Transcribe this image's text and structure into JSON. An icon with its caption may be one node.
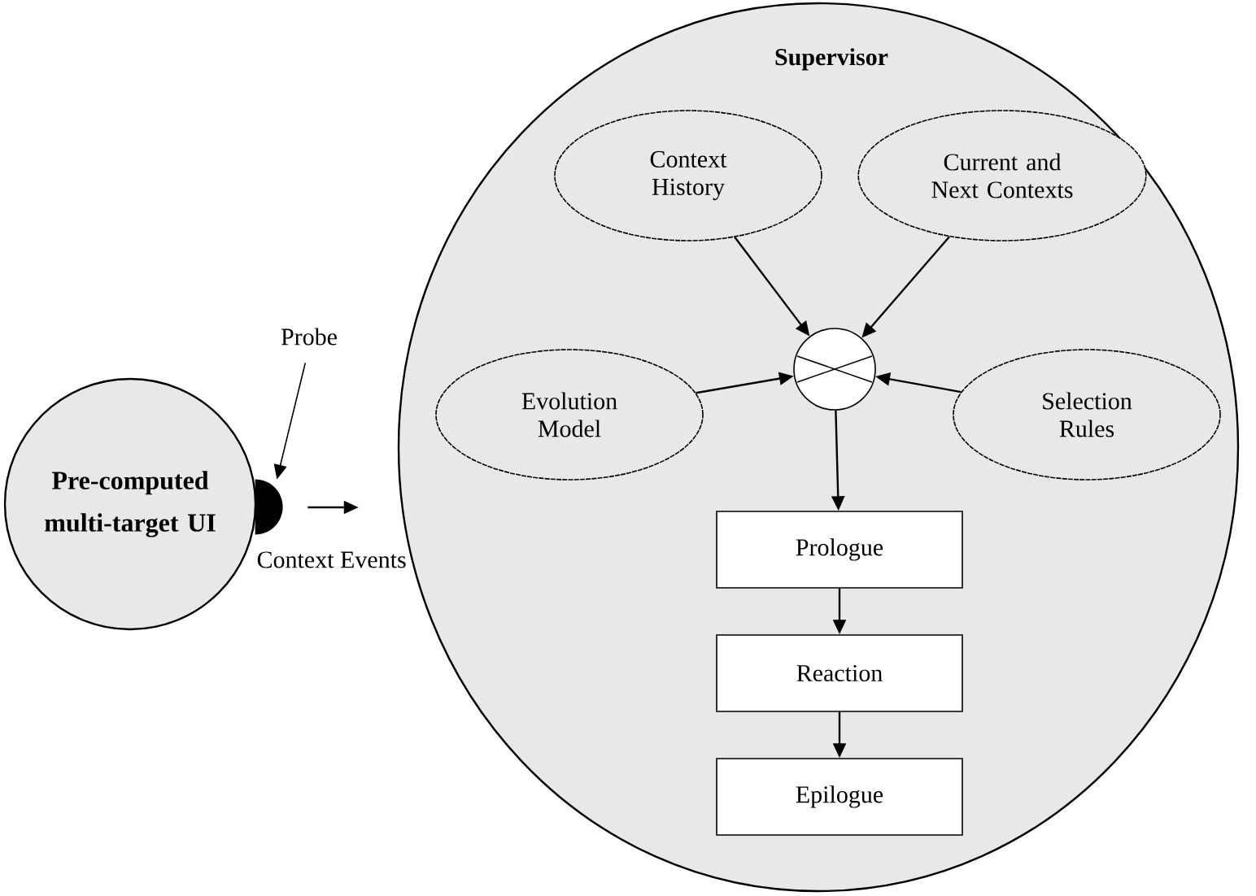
{
  "diagram": {
    "nodes": [
      {
        "text": [
          "Supervisor"
        ]
      },
      {
        "text": [
          "Context History"
        ],
        "in": 0
      },
      {
        "text": [
          "Current and Next Contexts"
        ],
        "in": 0
      },
      {
        "text": [],
        "shape": "circle",
        "in": 0
      },
      {
        "text": [
          "Evolution Model"
        ],
        "in": 0
      },
      {
        "text": [
          "Selection Rules"
        ],
        "in": 0
      },
      {
        "text": [
          "Prologue"
        ],
        "in": 0
      },
      {
        "text": [
          "Reaction"
        ],
        "in": 0
      },
      {
        "text": [
          "Epilogue"
        ],
        "in": 0
      },
      {
        "text": [
          "Pre-computed multi-target UI"
        ]
      },
      {
        "text": [],
        "shape": "circle"
      },
      {
        "text": [
          "Probe"
        ]
      }
    ],
    "edges": [
      {
        "from": 1,
        "to": 3,
        "arrow": "to"
      },
      {
        "from": 2,
        "to": 3,
        "arrow": "to"
      },
      {
        "from": 4,
        "to": 3,
        "arrow": "to"
      },
      {
        "from": 5,
        "to": 3,
        "arrow": "to"
      },
      {
        "from": 3,
        "to": 6,
        "arrow": "to"
      },
      {
        "from": 6,
        "to": 7,
        "arrow": "to"
      },
      {
        "from": 7,
        "to": 8,
        "arrow": "to"
      },
      {
        "from": 11,
        "to": 10,
        "arrow": "to"
      },
      {
        "from": 10,
        "to": 0,
        "arrow": "to",
        "label": "Context Events"
      }
    ]
  }
}
